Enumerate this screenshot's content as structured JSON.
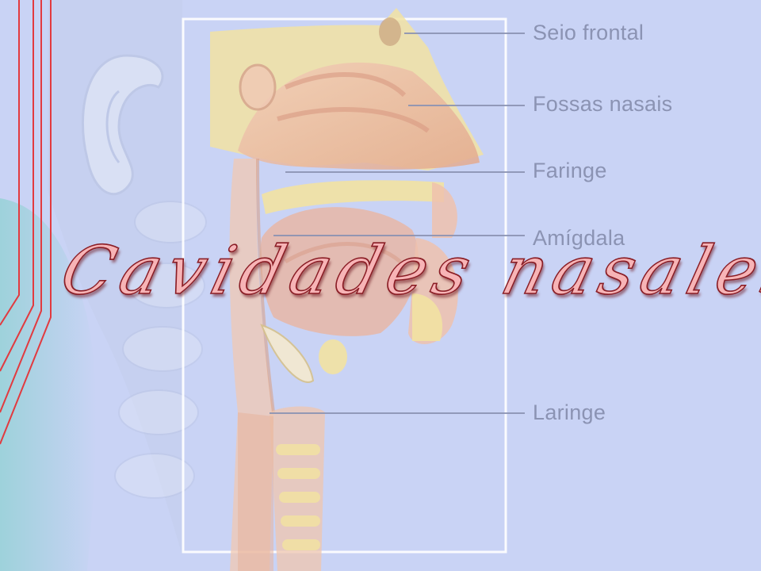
{
  "slide": {
    "title": "Cavidades nasales"
  },
  "labels": {
    "seio_frontal": "Seio frontal",
    "fossas_nasais": "Fossas nasais",
    "faringe": "Faringe",
    "amigdala": "Amígdala",
    "laringe": "Laringe"
  },
  "colors": {
    "background": "#c9d3f5",
    "accent_lines": "#e23a3f",
    "title_fill": "#f7b4b6",
    "title_outline": "#8a1d25",
    "label_text": "#8b93b3",
    "bone": "#f2e2a2",
    "tissue": "#e9b9a0"
  }
}
